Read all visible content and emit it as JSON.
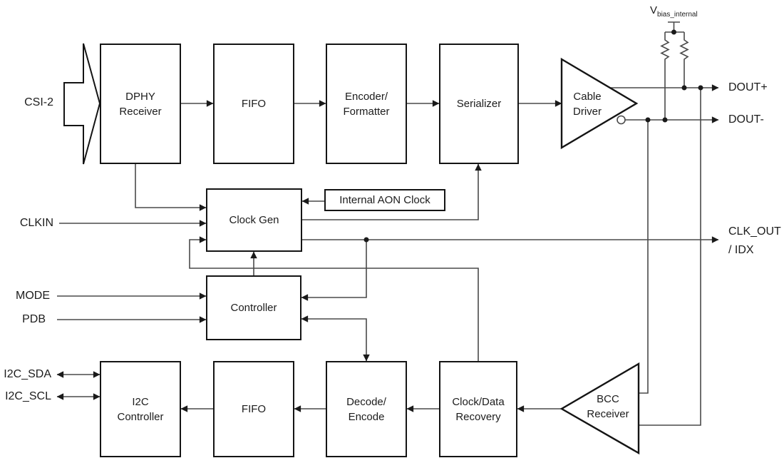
{
  "style": {
    "background": "#ffffff",
    "wire_color": "#4a4a4a",
    "block_border_color": "#141414",
    "text_color": "#1c1c1c"
  },
  "ports": {
    "csi2": {
      "label": "CSI-2"
    },
    "clkin": {
      "label": "CLKIN"
    },
    "mode": {
      "label": "MODE"
    },
    "pdb": {
      "label": "PDB"
    },
    "i2c_sda": {
      "label": "I2C_SDA"
    },
    "i2c_scl": {
      "label": "I2C_SCL"
    },
    "dout_plus": {
      "label": "DOUT+"
    },
    "dout_minus": {
      "label": "DOUT-"
    },
    "clk_out": {
      "line1": "CLK_OUT",
      "line2": "/ IDX"
    },
    "vbias": {
      "main": "V",
      "sub": "bias_internal"
    }
  },
  "blocks": {
    "dphy": {
      "line1": "DPHY",
      "line2": "Receiver"
    },
    "fifo_top": {
      "line1": "FIFO"
    },
    "encoder": {
      "line1": "Encoder/",
      "line2": "Formatter"
    },
    "serializer": {
      "line1": "Serializer"
    },
    "clock_gen": {
      "line1": "Clock Gen"
    },
    "aon_clock": {
      "line1": "Internal AON Clock"
    },
    "controller": {
      "line1": "Controller"
    },
    "i2c_controller": {
      "line1": "I2C",
      "line2": "Controller"
    },
    "fifo_bottom": {
      "line1": "FIFO"
    },
    "decode": {
      "line1": "Decode/",
      "line2": "Encode"
    },
    "cdr": {
      "line1": "Clock/Data",
      "line2": "Recovery"
    },
    "cable_driver": {
      "line1": "Cable",
      "line2": "Driver"
    },
    "bcc_receiver": {
      "line1": "BCC",
      "line2": "Receiver"
    }
  }
}
